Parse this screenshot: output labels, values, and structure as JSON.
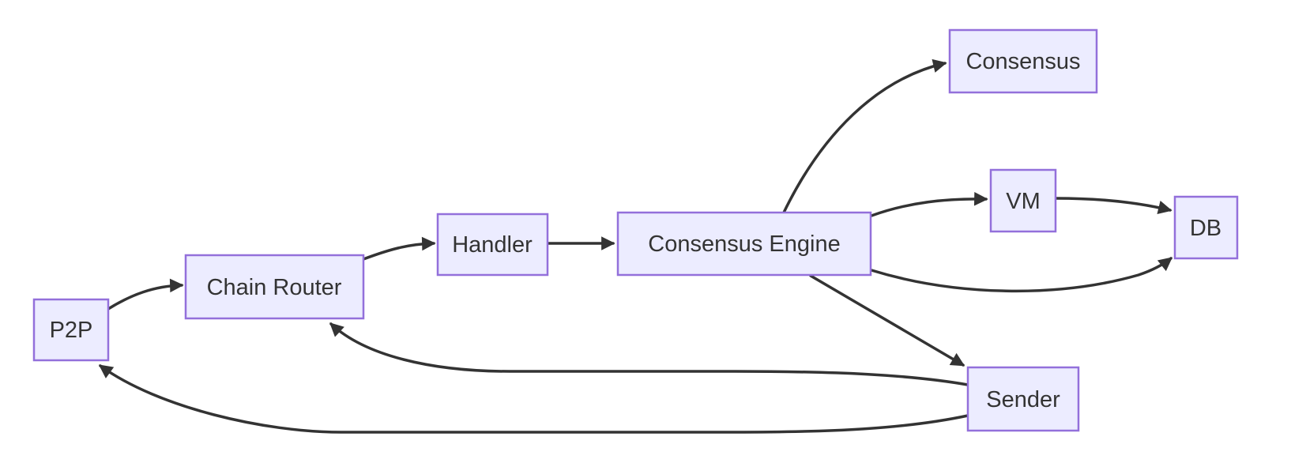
{
  "diagram": {
    "type": "flowchart-left-to-right",
    "colors": {
      "bg": "#ffffff",
      "node_fill": "#ECECFF",
      "node_border": "#9370DB",
      "edge_color": "#333333",
      "text_color": "#333333"
    },
    "nodes": {
      "p2p": {
        "label": "P2P"
      },
      "chain_router": {
        "label": "Chain Router"
      },
      "handler": {
        "label": "Handler"
      },
      "consensus_engine": {
        "label": "Consensus Engine"
      },
      "consensus": {
        "label": "Consensus"
      },
      "vm": {
        "label": "VM"
      },
      "db": {
        "label": "DB"
      },
      "sender": {
        "label": "Sender"
      }
    },
    "edges": [
      {
        "from": "P2P",
        "to": "Chain Router"
      },
      {
        "from": "Chain Router",
        "to": "Handler"
      },
      {
        "from": "Handler",
        "to": "Consensus Engine"
      },
      {
        "from": "Consensus Engine",
        "to": "Consensus"
      },
      {
        "from": "Consensus Engine",
        "to": "VM"
      },
      {
        "from": "VM",
        "to": "DB"
      },
      {
        "from": "Consensus Engine",
        "to": "DB"
      },
      {
        "from": "Consensus Engine",
        "to": "Sender"
      },
      {
        "from": "Sender",
        "to": "Chain Router"
      },
      {
        "from": "Sender",
        "to": "P2P"
      }
    ]
  }
}
